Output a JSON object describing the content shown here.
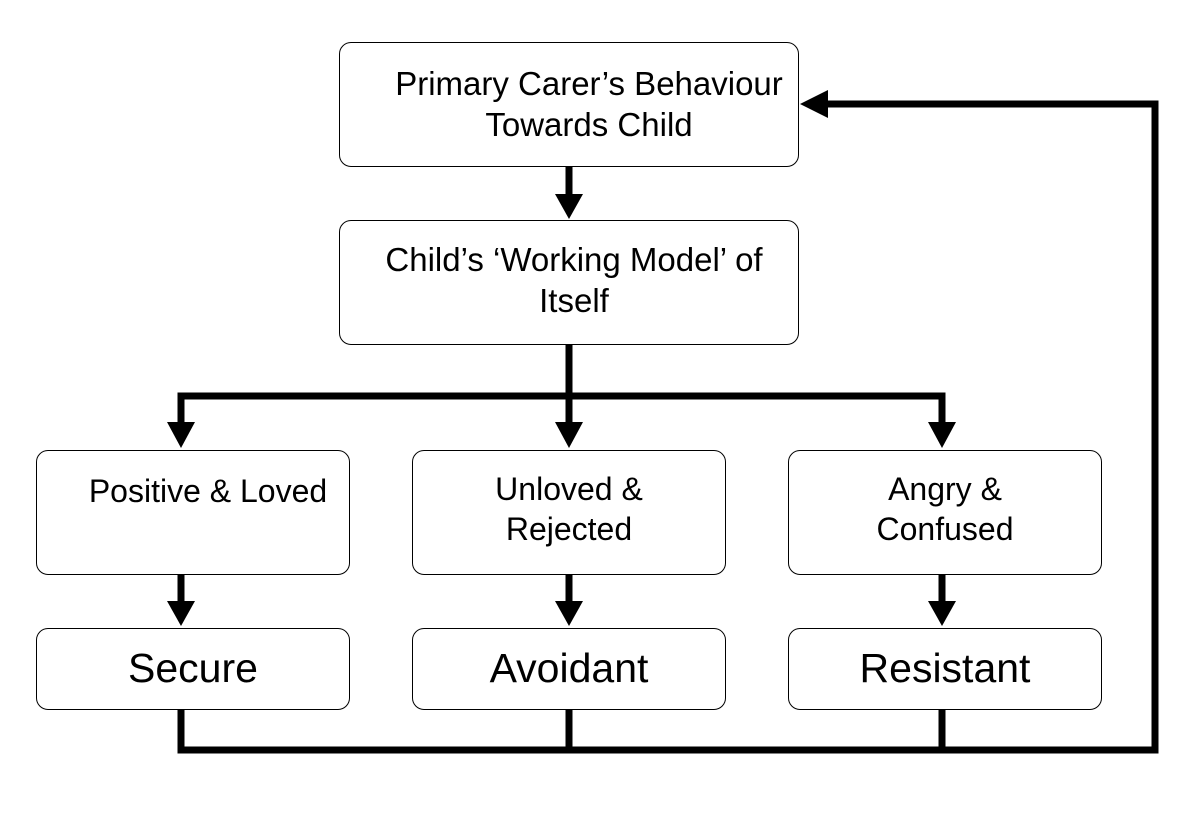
{
  "diagram": {
    "nodes": {
      "carer": {
        "line1": "Primary Carer’s Behaviour",
        "line2": "Towards Child"
      },
      "model": {
        "line1": "Child’s ‘Working Model’ of",
        "line2": "Itself"
      },
      "positive": {
        "line1": "Positive & Loved"
      },
      "unloved": {
        "line1": "Unloved &",
        "line2": "Rejected"
      },
      "angry": {
        "line1": "Angry &",
        "line2": "Confused"
      },
      "secure": {
        "line1": "Secure"
      },
      "avoidant": {
        "line1": "Avoidant"
      },
      "resistant": {
        "line1": "Resistant"
      }
    },
    "edges": [
      {
        "from": "carer",
        "to": "model"
      },
      {
        "from": "model",
        "to": "positive"
      },
      {
        "from": "model",
        "to": "unloved"
      },
      {
        "from": "model",
        "to": "angry"
      },
      {
        "from": "positive",
        "to": "secure"
      },
      {
        "from": "unloved",
        "to": "avoidant"
      },
      {
        "from": "angry",
        "to": "resistant"
      },
      {
        "from": "secure",
        "to": "carer"
      },
      {
        "from": "avoidant",
        "to": "carer"
      },
      {
        "from": "resistant",
        "to": "carer"
      }
    ],
    "colors": {
      "line": "#000000",
      "box_border": "#000000",
      "box_fill": "#ffffff"
    }
  }
}
